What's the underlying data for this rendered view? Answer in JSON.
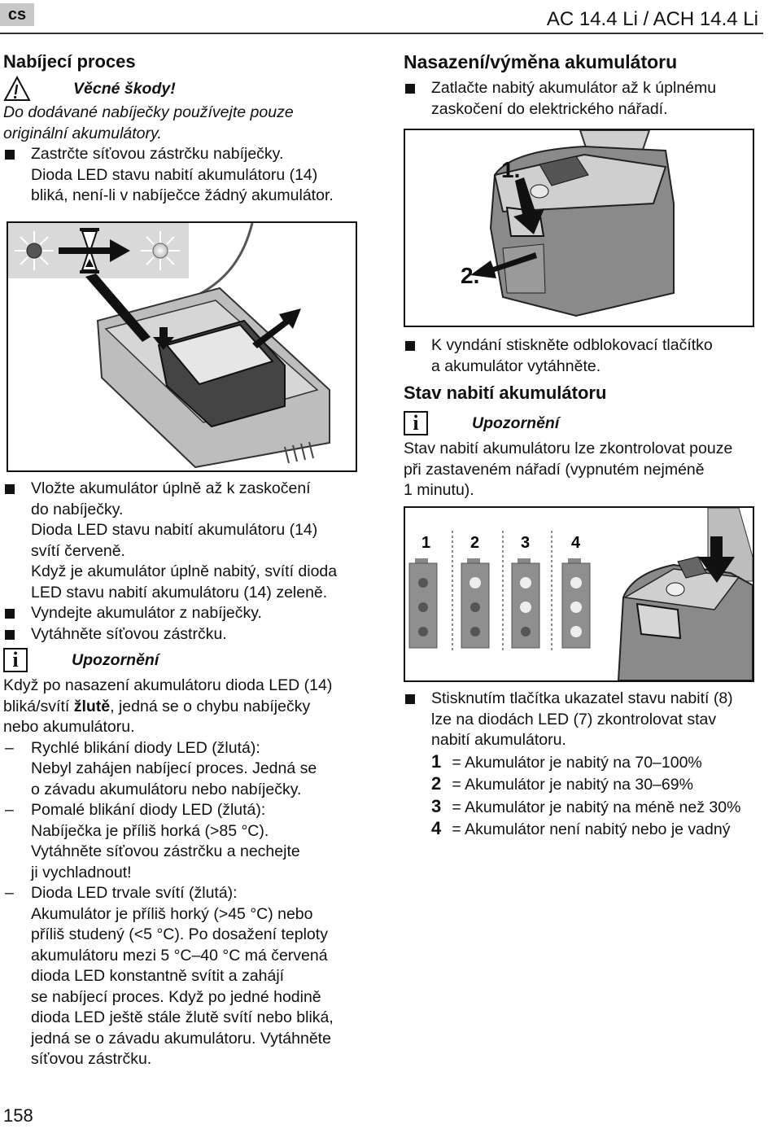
{
  "header": {
    "lang": "cs",
    "model": "AC 14.4 Li / ACH 14.4 Li"
  },
  "left": {
    "title": "Nabíjecí proces",
    "warning_title": "Věcné škody!",
    "warning_text_1": "Do dodávané nabíječky používejte pouze",
    "warning_text_2": "originální akumulátory.",
    "bullet1_l1": "Zastrčte síťovou zástrčku nabíječky.",
    "bullet1_l2": "Dioda LED stavu nabití akumulátoru (14)",
    "bullet1_l3": "bliká, není-li v nabíječce žádný akumulátor.",
    "bullet2_l1": "Vložte akumulátor úplně až k zaskočení",
    "bullet2_l2": "do nabíječky.",
    "bullet2_l3": "Dioda LED stavu nabití akumulátoru (14)",
    "bullet2_l4": "svítí červeně.",
    "bullet2_l5": "Když je akumulátor úplně nabitý, svítí dioda",
    "bullet2_l6": "LED stavu nabití akumulátoru (14) zeleně.",
    "bullet3": "Vyndejte akumulátor z nabíječky.",
    "bullet4": "Vytáhněte síťovou zástrčku.",
    "note_title": "Upozornění",
    "note_l1": "Když po nasazení akumulátoru dioda LED (14)",
    "note_l2_a": "bliká/svítí ",
    "note_l2_b": "žlutě",
    "note_l2_c": ", jedná se o chybu nabíječky",
    "note_l3": "nebo akumulátoru.",
    "dash1_l1": "Rychlé blikání diody LED (žlutá):",
    "dash1_l2": "Nebyl zahájen nabíjecí proces. Jedná se",
    "dash1_l3": "o závadu akumulátoru nebo nabíječky.",
    "dash2_l1": "Pomalé blikání diody LED (žlutá):",
    "dash2_l2": "Nabíječka je příliš horká (>85 °C).",
    "dash2_l3": "Vytáhněte síťovou zástrčku a nechejte",
    "dash2_l4": "ji vychladnout!",
    "dash3_l1": "Dioda LED trvale svítí (žlutá):",
    "dash3_l2": "Akumulátor je příliš horký (>45 °C) nebo",
    "dash3_l3": "příliš studený (<5 °C). Po dosažení teploty",
    "dash3_l4": "akumulátoru mezi 5 °C–40 °C má červená",
    "dash3_l5": "dioda LED konstantně svítit a zahájí",
    "dash3_l6": "se nabíjecí proces. Když po jedné hodině",
    "dash3_l7": "dioda LED ještě stále žlutě svítí nebo bliká,",
    "dash3_l8": "jedná se o závadu akumulátoru. Vytáhněte",
    "dash3_l9": "síťovou zástrčku."
  },
  "right": {
    "title": "Nasazení/výměna akumulátoru",
    "bullet1_l1": "Zatlačte nabitý akumulátor až k úplnému",
    "bullet1_l2": "zaskočení do elektrického nářadí.",
    "fig_step1": "1.",
    "fig_step2": "2.",
    "bullet2_l1": "K vyndání stiskněte odblokovací tlačítko",
    "bullet2_l2": "a akumulátor vytáhněte.",
    "title2": "Stav nabití akumulátoru",
    "note_title": "Upozornění",
    "note_l1": "Stav nabití akumulátoru lze zkontrolovat pouze",
    "note_l2": "při zastaveném nářadí (vypnutém nejméně",
    "note_l3": "1 minutu).",
    "fig_labels": [
      "1",
      "2",
      "3",
      "4"
    ],
    "bullet3_l1": "Stisknutím tlačítka ukazatel stavu nabití (8)",
    "bullet3_l2": "lze na diodách LED (7) zkontrolovat stav",
    "bullet3_l3": "nabití akumulátoru.",
    "legend": [
      {
        "num": "1",
        "text": "= Akumulátor je nabitý na 70–100%"
      },
      {
        "num": "2",
        "text": "= Akumulátor je nabitý na 30–69%"
      },
      {
        "num": "3",
        "text": "= Akumulátor je nabitý na méně než 30%"
      },
      {
        "num": "4",
        "text": "= Akumulátor není nabitý nebo je vadný"
      }
    ]
  },
  "footer": {
    "page": "158"
  }
}
